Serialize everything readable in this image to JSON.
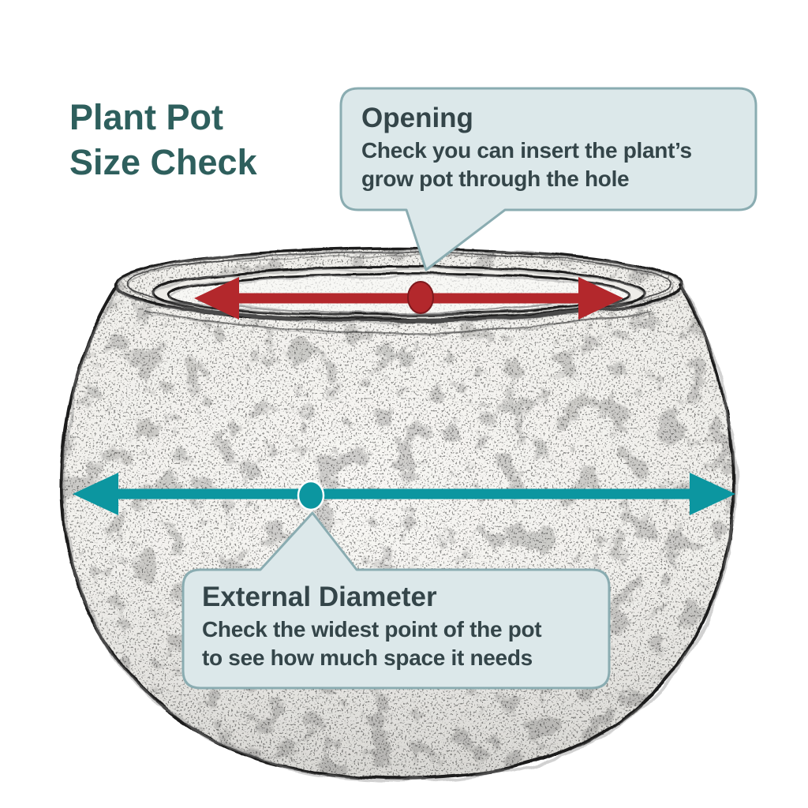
{
  "title": {
    "line1": "Plant Pot",
    "line2": "Size Check"
  },
  "callouts": {
    "opening": {
      "title": "Opening",
      "body_lines": [
        "Check you can insert the plant’s",
        "grow pot through the hole"
      ]
    },
    "external_diameter": {
      "title": "External Diameter",
      "body_lines": [
        "Check the widest point of the pot",
        "to see how much space it needs"
      ]
    }
  },
  "colors": {
    "heading": "#2e5f5d",
    "callout_text": "#344549",
    "callout_bg": "#dce8ea",
    "callout_border": "#8aacb1",
    "opening_arrow": "#b3282c",
    "external_arrow": "#0c96a0",
    "sketch_line": "#1c1c1c"
  }
}
